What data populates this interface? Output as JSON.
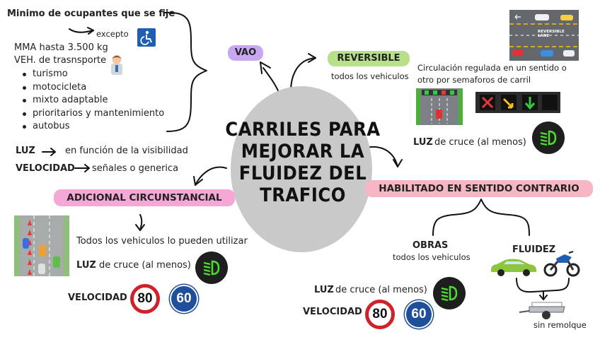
{
  "center": {
    "title": "CARRILES PARA MEJORAR LA FLUIDEZ DEL TRAFICO"
  },
  "vao": {
    "label": "VAO",
    "min_occupants": "Minimo de ocupantes que se fije",
    "except": "excepto",
    "mma": "MMA hasta 3.500 kg",
    "veh": "VEH. de trasnsporte",
    "items": [
      "turismo",
      "motocicleta",
      "mixto adaptable",
      "prioritarios y mantenimiento",
      "autobus"
    ],
    "luz_label": "LUZ",
    "luz_text": "en función de la visibilidad",
    "vel_label": "VELOCIDAD",
    "vel_text": "señales o generica"
  },
  "reversible": {
    "label": "REVERSIBLE",
    "sub": "todos los vehiculos",
    "desc_line1": "Circulación regulada en un sentido o",
    "desc_line2": "otro por semaforos de carril",
    "road_sign_text": "REVERSIBLE LANE",
    "luz_label": "LUZ",
    "luz_text": "de cruce (al menos)"
  },
  "adicional": {
    "label": "ADICIONAL CIRCUNSTANCIAL",
    "text": "Todos los vehiculos lo pueden utilizar",
    "luz_label": "LUZ",
    "luz_text": "de cruce (al menos)",
    "vel_label": "VELOCIDAD",
    "speed1": "80",
    "speed2": "60"
  },
  "habilitado": {
    "label": "HABILITADO EN SENTIDO CONTRARIO",
    "obras_label": "OBRAS",
    "obras_sub": "todos los vehiculos",
    "fluidez_label": "FLUIDEZ",
    "sin_remolque": "sin remolque",
    "luz_label": "LUZ",
    "luz_text": "de cruce (al menos)",
    "vel_label": "VELOCIDAD",
    "speed1": "80",
    "speed2": "60"
  },
  "colors": {
    "vao_pill": "#c9a6f0",
    "reversible_pill": "#b8e08a",
    "adicional_pill": "#f4a8d6",
    "habilitado_pill": "#f7b6c4",
    "center": "#c9c9c9",
    "light_green": "#4ddc2f"
  }
}
